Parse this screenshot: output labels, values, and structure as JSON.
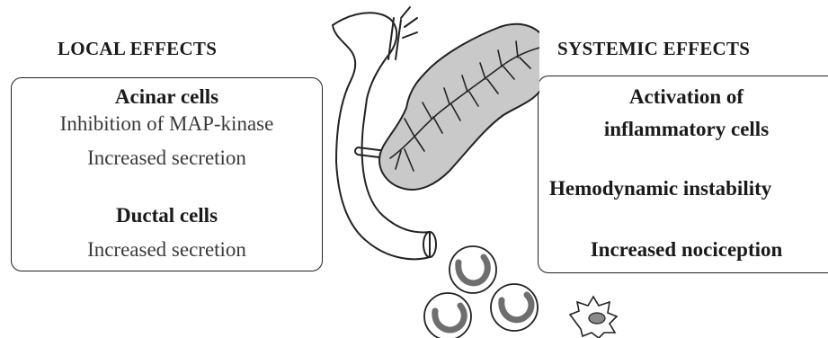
{
  "local": {
    "heading": "LOCAL EFFECTS",
    "acinar_title": "Acinar cells",
    "acinar_effects": [
      "Inhibition of MAP-kinase",
      "Increased secretion"
    ],
    "ductal_title": "Ductal cells",
    "ductal_effects": [
      "Increased secretion"
    ]
  },
  "systemic": {
    "heading": "SYSTEMIC EFFECTS",
    "effects": [
      "Activation of",
      "inflammatory cells",
      "Hemodynamic instability",
      "Increased nociception"
    ]
  },
  "colors": {
    "gland_fill": "#c9c9c9",
    "cell_nucleus": "#8a8a8a",
    "outline": "#222222"
  }
}
